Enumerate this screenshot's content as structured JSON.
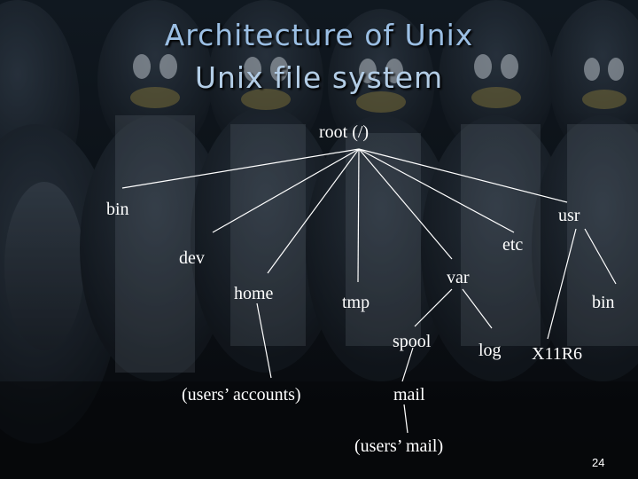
{
  "slide": {
    "title_line_1": "Architecture of Unix",
    "title_line_2": "Unix file system",
    "page_number": "24"
  },
  "tree": {
    "root": "root (/)",
    "bin": "bin",
    "usr": "usr",
    "etc": "etc",
    "dev": "dev",
    "var": "var",
    "home": "home",
    "tmp": "tmp",
    "usr_bin": "bin",
    "spool": "spool",
    "log": "log",
    "x11r6": "X11R6",
    "users_accounts": "(users’ accounts)",
    "mail": "mail",
    "users_mail": "(users’ mail)"
  },
  "colors": {
    "title": "#9bbfe4",
    "text": "#ffffff",
    "lines": "#ffffff",
    "background": "#07090c"
  }
}
